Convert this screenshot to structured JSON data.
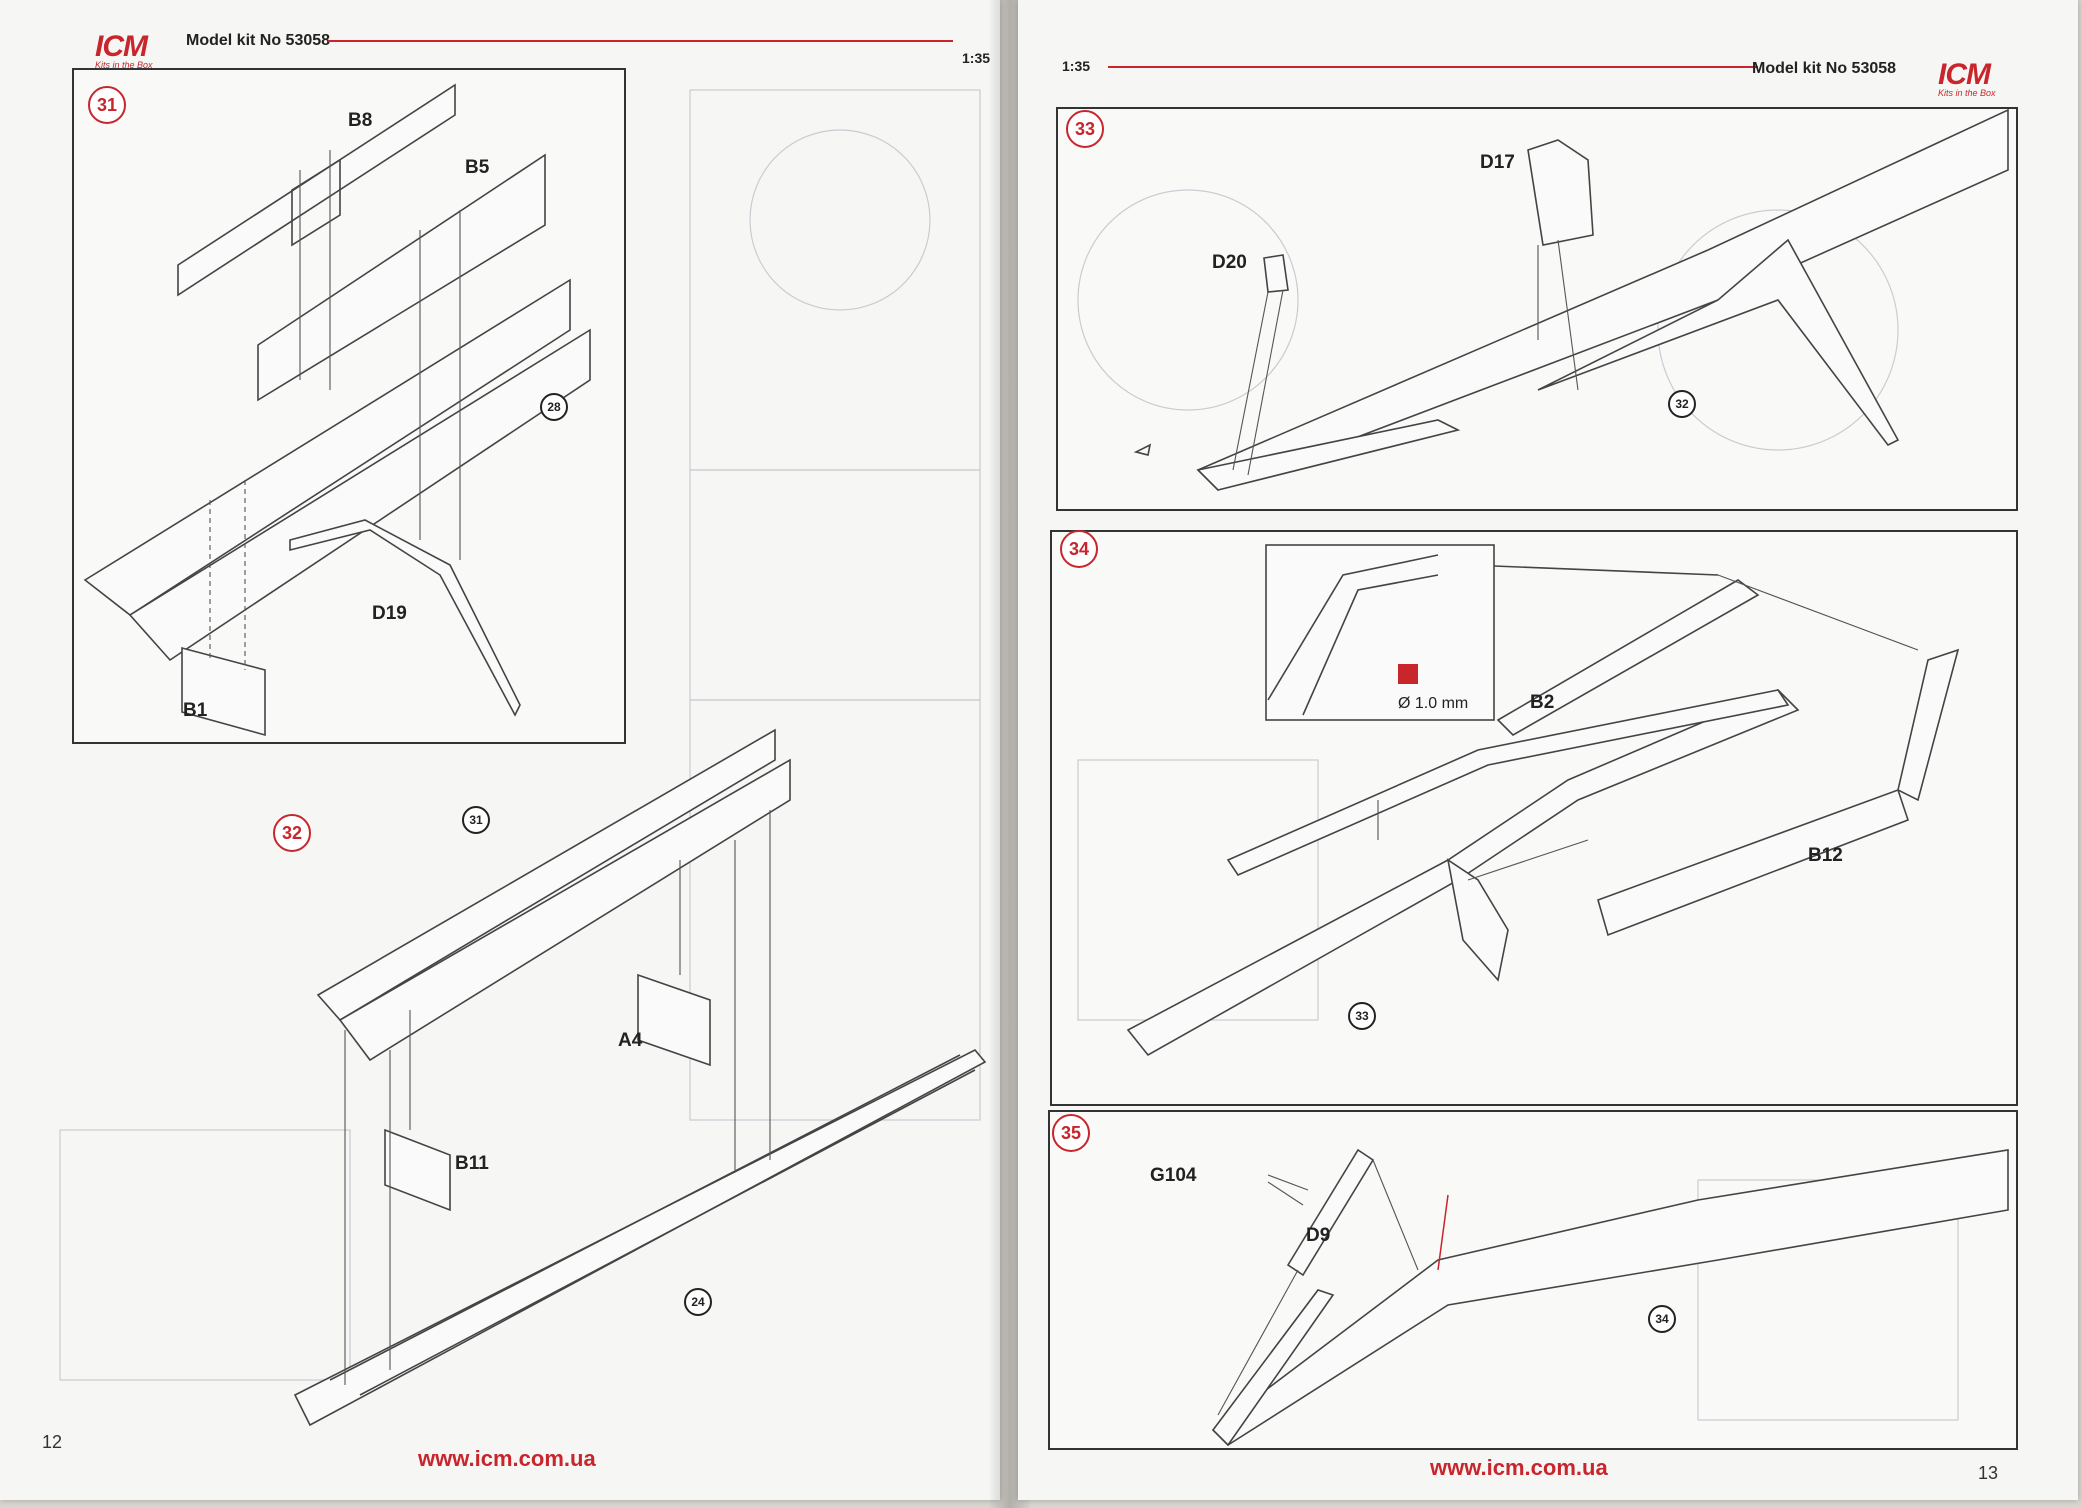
{
  "brand": {
    "logo": "ICM",
    "tagline": "Kits in the Box"
  },
  "left_page": {
    "kit_label": "Model kit No 53058",
    "scale": "1:35",
    "page_number": "12",
    "url": "www.icm.com.ua",
    "step31": {
      "number": "31",
      "parts": {
        "b8": "B8",
        "b5": "B5",
        "d19": "D19",
        "b1": "B1"
      },
      "ref": "28"
    },
    "step32": {
      "number": "32",
      "parts": {
        "a4": "A4",
        "b11": "B11"
      },
      "refs": {
        "r31": "31",
        "r24": "24"
      }
    }
  },
  "right_page": {
    "kit_label": "Model kit No 53058",
    "scale": "1:35",
    "page_number": "13",
    "url": "www.icm.com.ua",
    "step33": {
      "number": "33",
      "parts": {
        "d17": "D17",
        "d20": "D20"
      },
      "ref": "32"
    },
    "step34": {
      "number": "34",
      "parts": {
        "b2": "B2",
        "b12": "B12"
      },
      "drill": "Ø 1.0 mm",
      "ref": "33"
    },
    "step35": {
      "number": "35",
      "parts": {
        "g104": "G104",
        "d9": "D9"
      },
      "ref": "34"
    }
  },
  "colors": {
    "accent": "#c8252c",
    "ink": "#333333",
    "paper": "#f6f6f4"
  }
}
